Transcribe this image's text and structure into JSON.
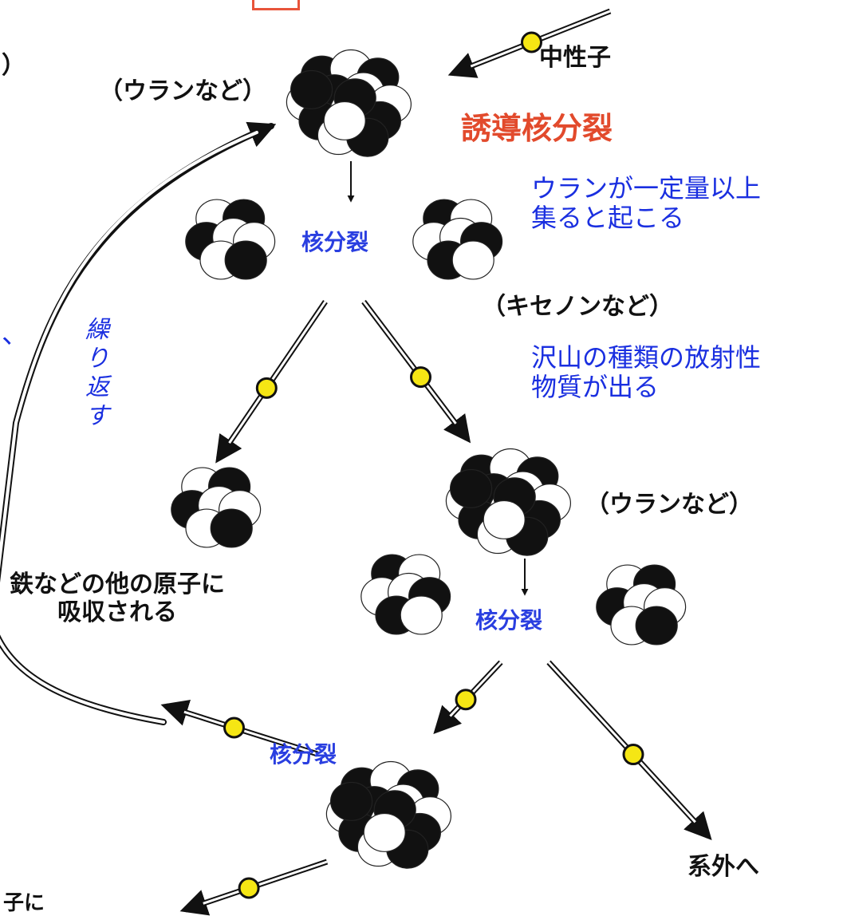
{
  "labels": {
    "neutron": "中性子",
    "uranium_top": "（ウランなど）",
    "induced_fission": "誘導核分裂",
    "critical_note": "ウランが一定量以上\n集ると起こる",
    "fission_1": "核分裂",
    "xenon": "（キセノンなど）",
    "many_products": "沢山の種類の放射性\n物質が出る",
    "absorbed": "鉄などの他の原子に\n吸収される",
    "uranium_mid": "（ウランなど）",
    "fission_2": "核分裂",
    "fission_3": "核分裂",
    "escape": "系外へ",
    "cut_left_top": "）",
    "cut_left_mid": "、",
    "cut_bottom": "子に"
  },
  "repeat_label": [
    "繰",
    "り",
    "返",
    "す"
  ],
  "colors": {
    "red_label": "#e24a2c",
    "blue_label": "#1a2fe0",
    "neutron_fill": "#f5e614",
    "nucleus_dark": "#111111"
  }
}
